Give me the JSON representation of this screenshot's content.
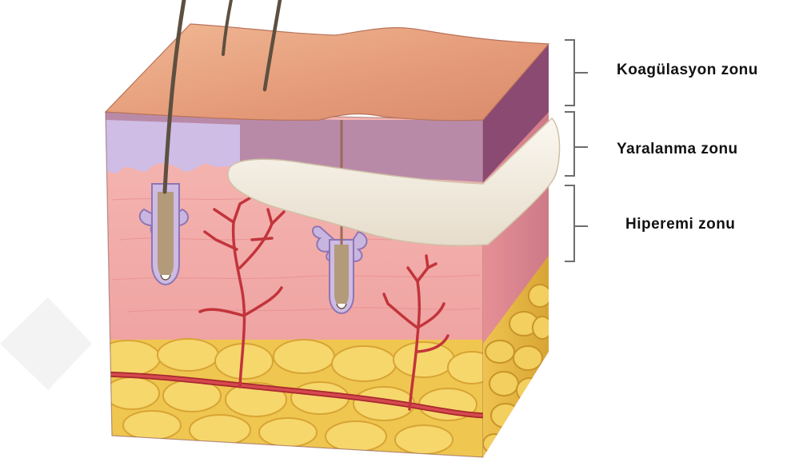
{
  "labels": {
    "coagulation": "Koagülasyon zonu",
    "stasis": "Yaralanma zonu",
    "hyperemia": "Hiperemi zonu"
  },
  "colors": {
    "epidermis_top": "#e8a27e",
    "epidermis_side": "#8e4f74",
    "burn_layer": "#a86a8e",
    "basal_purple": "#c9b7e2",
    "dermis": "#f0a3a0",
    "dermis_side": "#cf7d8a",
    "fat": "#f2cd5a",
    "fat_dark": "#d9a733",
    "vessel": "#c8323a",
    "hair": "#5a4a3a",
    "blister": "#f4eee2",
    "bracket": "#6d6d6d"
  }
}
